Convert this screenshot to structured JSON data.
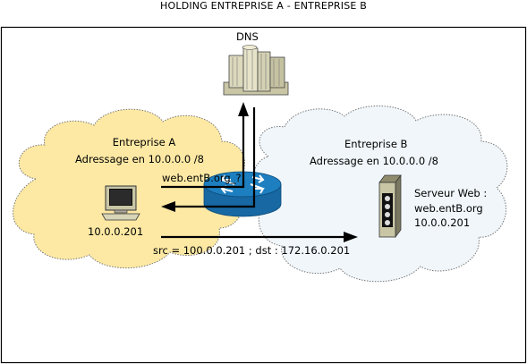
{
  "title": "HOLDING ENTREPRISE A - ENTREPRISE B",
  "dns": {
    "label": "DNS"
  },
  "cloud_a": {
    "name": "Entreprise A",
    "addressing": "Adressage en 10.0.0.0 /8",
    "fill": "#fde9a4"
  },
  "cloud_b": {
    "name": "Entreprise B",
    "addressing": "Adressage en 10.0.0.0 /8",
    "fill": "#f0f6fa"
  },
  "query": {
    "label": "web.entB.org_?"
  },
  "workstation": {
    "ip": "10.0.0.201"
  },
  "server": {
    "line1": "Serveur Web :",
    "line2": "web.entB.org",
    "line3": "10.0.0.201"
  },
  "packet": {
    "label": "src = 100.0.0.201 ; dst : 172.16.0.201"
  },
  "router": {
    "color": "#1e7fc0"
  }
}
